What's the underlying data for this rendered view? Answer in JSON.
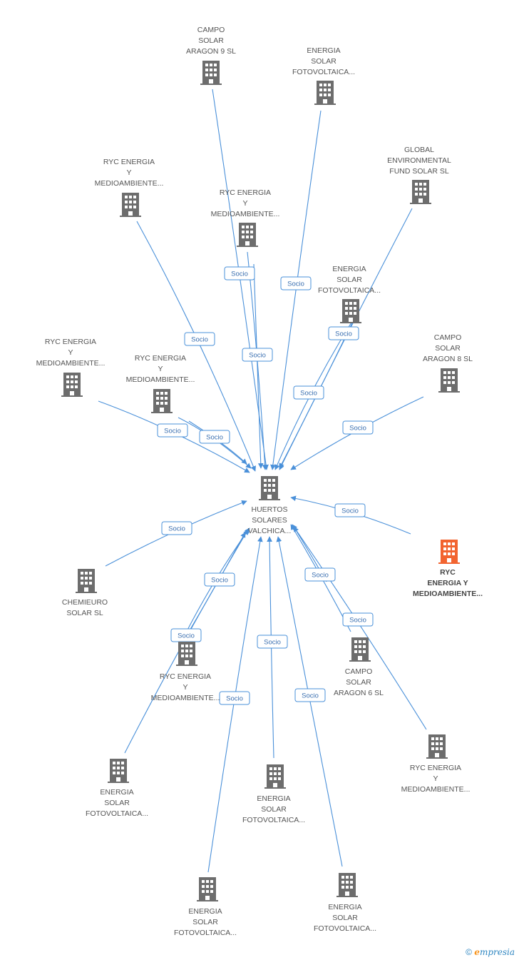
{
  "center": {
    "label": "HUERTOS\nSOLARES\nVALCHICA..."
  },
  "edge_label": "Socio",
  "nodes": [
    {
      "id": "n1",
      "label": "CAMPO\nSOLAR\nARAGON 9 SL"
    },
    {
      "id": "n2",
      "label": "ENERGIA\nSOLAR\nFOTOVOLTAICA..."
    },
    {
      "id": "n3",
      "label": "GLOBAL\nENVIRONMENTAL\nFUND SOLAR SL"
    },
    {
      "id": "n4",
      "label": "RYC ENERGIA\nY\nMEDIOAMBIENTE..."
    },
    {
      "id": "n5",
      "label": "RYC ENERGIA\nY\nMEDIOAMBIENTE..."
    },
    {
      "id": "n6",
      "label": "ENERGIA\nSOLAR\nFOTOVOLTAICA..."
    },
    {
      "id": "n7",
      "label": "RYC ENERGIA\nY\nMEDIOAMBIENTE..."
    },
    {
      "id": "n8",
      "label": "RYC ENERGIA\nY\nMEDIOAMBIENTE..."
    },
    {
      "id": "n9",
      "label": "CAMPO\nSOLAR\nARAGON 8 SL"
    },
    {
      "id": "n10",
      "label": "RYC\nENERGIA Y\nMEDIOAMBIENTE...",
      "highlight": true
    },
    {
      "id": "n11",
      "label": "CHEMIEURO\nSOLAR SL"
    },
    {
      "id": "n12",
      "label": "RYC ENERGIA\nY\nMEDIOAMBIENTE..."
    },
    {
      "id": "n13",
      "label": "CAMPO\nSOLAR\nARAGON 6 SL"
    },
    {
      "id": "n14",
      "label": "RYC ENERGIA\nY\nMEDIOAMBIENTE..."
    },
    {
      "id": "n15",
      "label": "ENERGIA\nSOLAR\nFOTOVOLTAICA..."
    },
    {
      "id": "n16",
      "label": "ENERGIA\nSOLAR\nFOTOVOLTAICA..."
    },
    {
      "id": "n17",
      "label": "ENERGIA\nSOLAR\nFOTOVOLTAICA..."
    },
    {
      "id": "n18",
      "label": "ENERGIA\nSOLAR\nFOTOVOLTAICA..."
    }
  ],
  "colors": {
    "edge": "#4a90d9",
    "icon": "#6d6d6d",
    "highlight": "#f26430",
    "label_border": "#4a90d9"
  },
  "brand": {
    "copyright": "©",
    "first_letter": "e",
    "rest": "mpresia"
  }
}
